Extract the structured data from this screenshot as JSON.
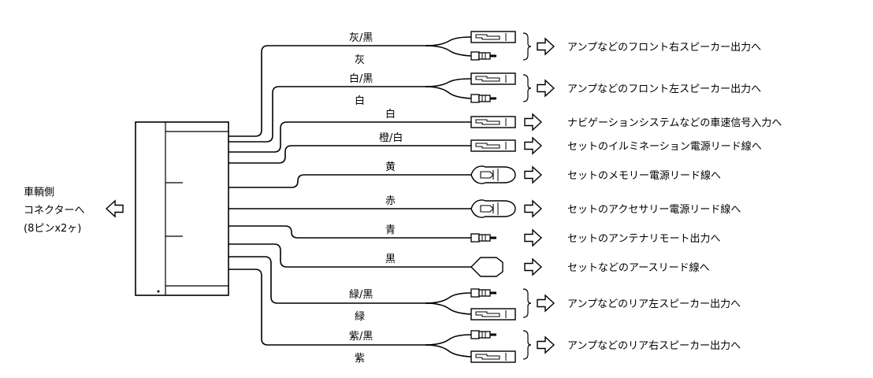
{
  "connector": {
    "label_lines": [
      "車輌側",
      "コネクターへ",
      "(8ピンx2ヶ)"
    ],
    "arrow_icon": "hollow-arrow-left-icon"
  },
  "wires": [
    {
      "id": "front-right",
      "labels": [
        "灰/黒",
        "灰"
      ],
      "connectors": [
        "female-jack",
        "male-pin"
      ],
      "bracket": true,
      "destination": "アンプなどのフロント右スピーカー出力へ"
    },
    {
      "id": "front-left",
      "labels": [
        "白/黒",
        "白"
      ],
      "connectors": [
        "female-jack",
        "male-pin"
      ],
      "bracket": true,
      "destination": "アンプなどのフロント左スピーカー出力へ"
    },
    {
      "id": "speed-signal",
      "labels": [
        "白"
      ],
      "connectors": [
        "female-jack"
      ],
      "bracket": false,
      "destination": "ナビゲーションシステムなどの車速信号入力へ"
    },
    {
      "id": "illumination",
      "labels": [
        "橙/白"
      ],
      "connectors": [
        "female-jack"
      ],
      "bracket": false,
      "destination": "セットのイルミネーション電源リード線へ"
    },
    {
      "id": "memory-power",
      "labels": [
        "黄"
      ],
      "connectors": [
        "fuse-connector"
      ],
      "bracket": false,
      "destination": "セットのメモリー電源リード線へ"
    },
    {
      "id": "accessory-power",
      "labels": [
        "赤"
      ],
      "connectors": [
        "fuse-connector"
      ],
      "bracket": false,
      "destination": "セットのアクセサリー電源リード線へ"
    },
    {
      "id": "antenna-remote",
      "labels": [
        "青"
      ],
      "connectors": [
        "male-pin"
      ],
      "bracket": false,
      "destination": "セットのアンテナリモート出力へ"
    },
    {
      "id": "ground",
      "labels": [
        "黒"
      ],
      "connectors": [
        "ring-terminal"
      ],
      "bracket": false,
      "destination": "セットなどのアースリード線へ"
    },
    {
      "id": "rear-left",
      "labels": [
        "緑/黒",
        "緑"
      ],
      "connectors": [
        "male-pin",
        "female-jack"
      ],
      "bracket": true,
      "destination": "アンプなどのリア左スピーカー出力へ"
    },
    {
      "id": "rear-right",
      "labels": [
        "紫/黒",
        "紫"
      ],
      "connectors": [
        "male-pin",
        "female-jack"
      ],
      "bracket": true,
      "destination": "アンプなどのリア右スピーカー出力へ"
    }
  ],
  "colors": {
    "line": "#000000",
    "background": "#ffffff"
  }
}
